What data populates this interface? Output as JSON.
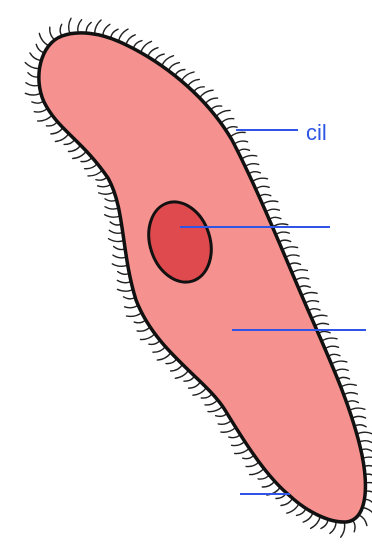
{
  "diagram": {
    "labels": [
      {
        "id": "cilia",
        "text": "cil"
      },
      {
        "id": "nucleus",
        "text": ""
      },
      {
        "id": "cytoplasm",
        "text": ""
      },
      {
        "id": "membrane",
        "text": ""
      }
    ]
  },
  "colors": {
    "body_fill": "#F5918E",
    "nucleus_fill": "#DE4A4D",
    "outline": "#111111",
    "cilia": "#222222",
    "label_line": "#2F55E6",
    "label_text": "#2F55E6",
    "background": "#FFFFFF"
  }
}
